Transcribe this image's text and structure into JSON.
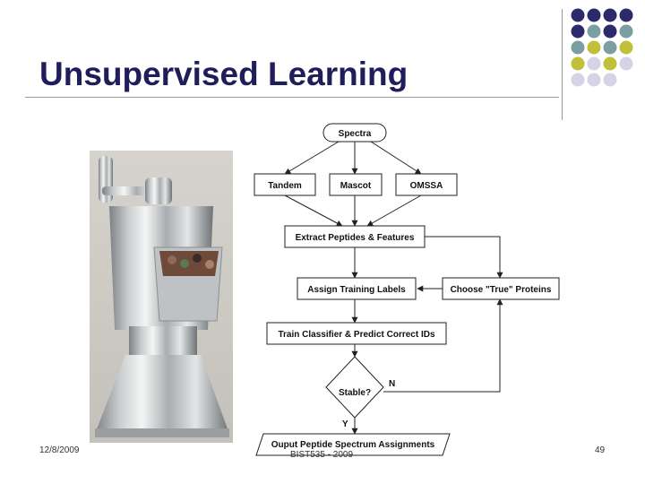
{
  "slide": {
    "title": "Unsupervised Learning",
    "footer_date": "12/8/2009",
    "footer_center": "BIST535 - 2009",
    "page_number": "49"
  },
  "decor": {
    "dot_colors": {
      "navy": "#2c2a6b",
      "teal": "#7b9ea3",
      "olive": "#c0c03a",
      "lavender": "#d4d4e6"
    },
    "dot_grid": [
      [
        "navy",
        "navy",
        "navy",
        "navy"
      ],
      [
        "navy",
        "teal",
        "navy",
        "teal"
      ],
      [
        "teal",
        "olive",
        "teal",
        "olive"
      ],
      [
        "olive",
        "lavender",
        "olive",
        "lavender"
      ],
      [
        "lavender",
        "lavender",
        "lavender",
        ""
      ]
    ]
  },
  "image": {
    "subject": "pepper-grinder-photo"
  },
  "flowchart": {
    "start": "Spectra",
    "engines": [
      "Tandem",
      "Mascot",
      "OMSSA"
    ],
    "extract": "Extract Peptides & Features",
    "assign": "Assign Training Labels",
    "choose": "Choose \"True\" Proteins",
    "train": "Train Classifier & Predict Correct IDs",
    "decision": "Stable?",
    "no_label": "N",
    "yes_label": "Y",
    "output": "Ouput Peptide Spectrum Assignments"
  }
}
